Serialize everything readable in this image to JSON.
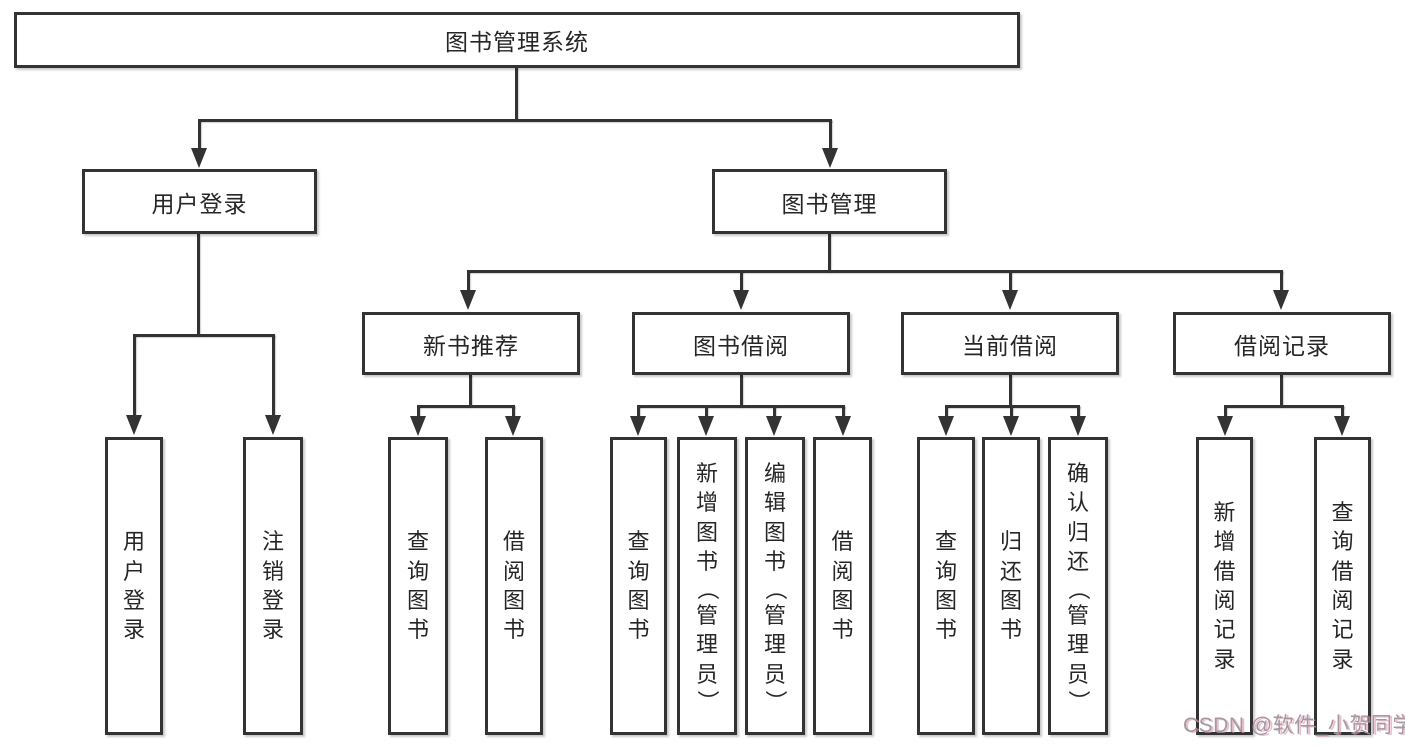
{
  "tree": {
    "root": {
      "label": "图书管理系统"
    },
    "branches": [
      {
        "label": "用户登录",
        "children": [
          {
            "label": "用户登录"
          },
          {
            "label": "注销登录"
          }
        ]
      },
      {
        "label": "图书管理",
        "children": [
          {
            "label": "新书推荐",
            "children": [
              {
                "label": "查询图书"
              },
              {
                "label": "借阅图书"
              }
            ]
          },
          {
            "label": "图书借阅",
            "children": [
              {
                "label": "查询图书"
              },
              {
                "label": "新增图书（管理员）"
              },
              {
                "label": "编辑图书（管理员）"
              },
              {
                "label": "借阅图书"
              }
            ]
          },
          {
            "label": "当前借阅",
            "children": [
              {
                "label": "查询图书"
              },
              {
                "label": "归还图书"
              },
              {
                "label": "确认归还（管理员）"
              }
            ]
          },
          {
            "label": "借阅记录",
            "children": [
              {
                "label": "新增借阅记录"
              },
              {
                "label": "查询借阅记录"
              }
            ]
          }
        ]
      }
    ]
  },
  "watermark": {
    "text": "CSDN @软件_小贺同学"
  },
  "colors": {
    "line": "#333333",
    "box_border": "#333333",
    "text": "#262626",
    "background": "#ffffff",
    "watermark_text": "#9d9ca4",
    "watermark_shadow": "#f096af"
  }
}
